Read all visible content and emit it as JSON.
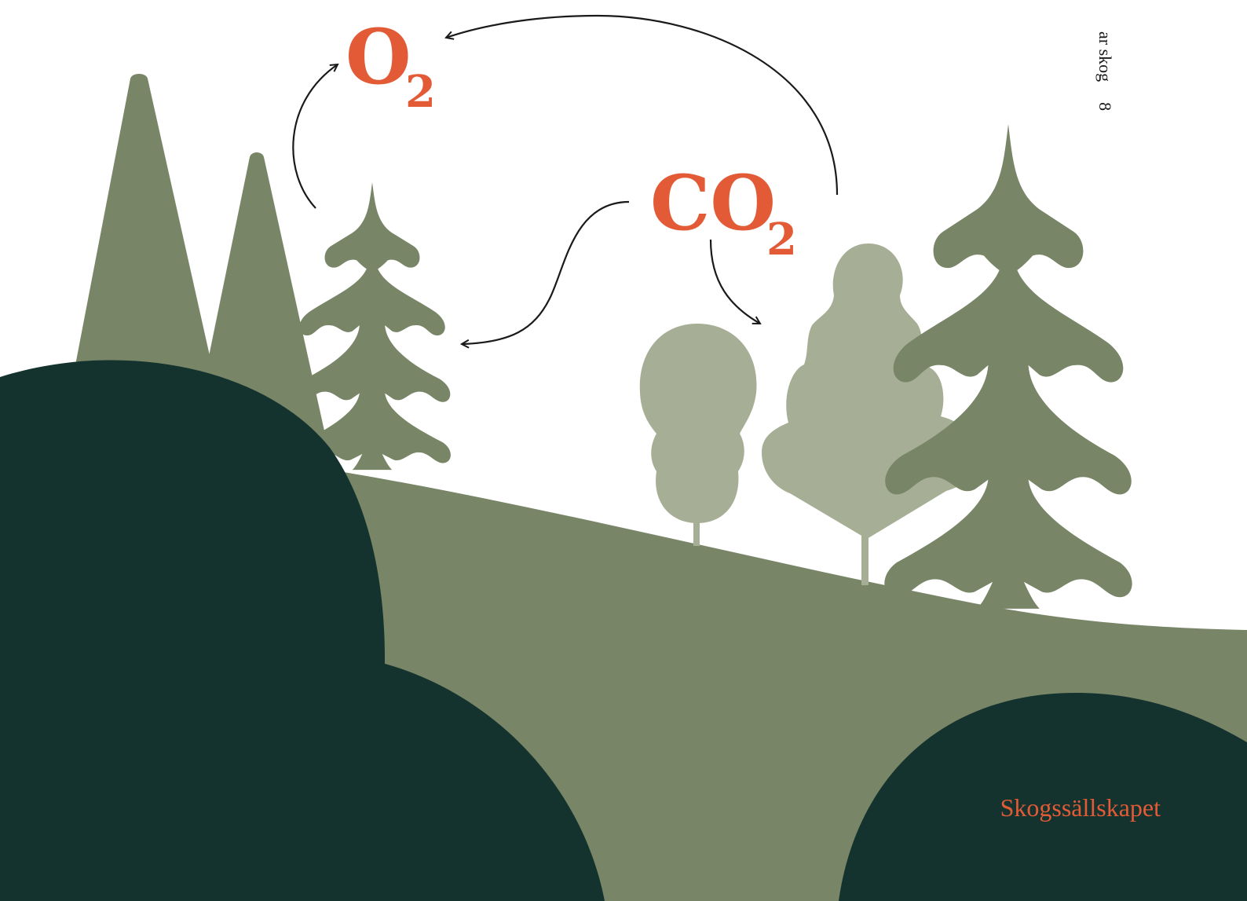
{
  "labels": {
    "oxygen": {
      "main": "O",
      "sub": "2"
    },
    "carbon_dioxide": {
      "main": "CO",
      "sub": "2"
    }
  },
  "running_title": "ar skog",
  "page_number": "8",
  "brand": "Skogssällskapet",
  "colors": {
    "accent": "#e35b36",
    "dark_green": "#15332e",
    "mid_green": "#788567",
    "light_green": "#a7ae96",
    "arrow": "#1a1a1a"
  }
}
